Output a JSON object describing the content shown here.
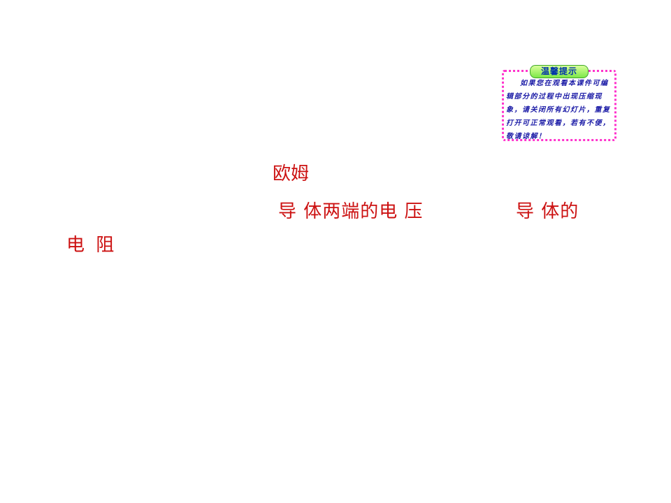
{
  "tip": {
    "title": "温馨提示",
    "body": "如果您在观看本课件可编辑部分的过程中出现压缩现象，请关闭所有幻灯片，重复打开可正常观看，若有不便，敬请谅解！"
  },
  "content": {
    "ohm": "欧姆",
    "voltage_phrase": "导 体两端的电 压",
    "conductor_phrase": "导 体的",
    "resistance": "电 阻"
  }
}
